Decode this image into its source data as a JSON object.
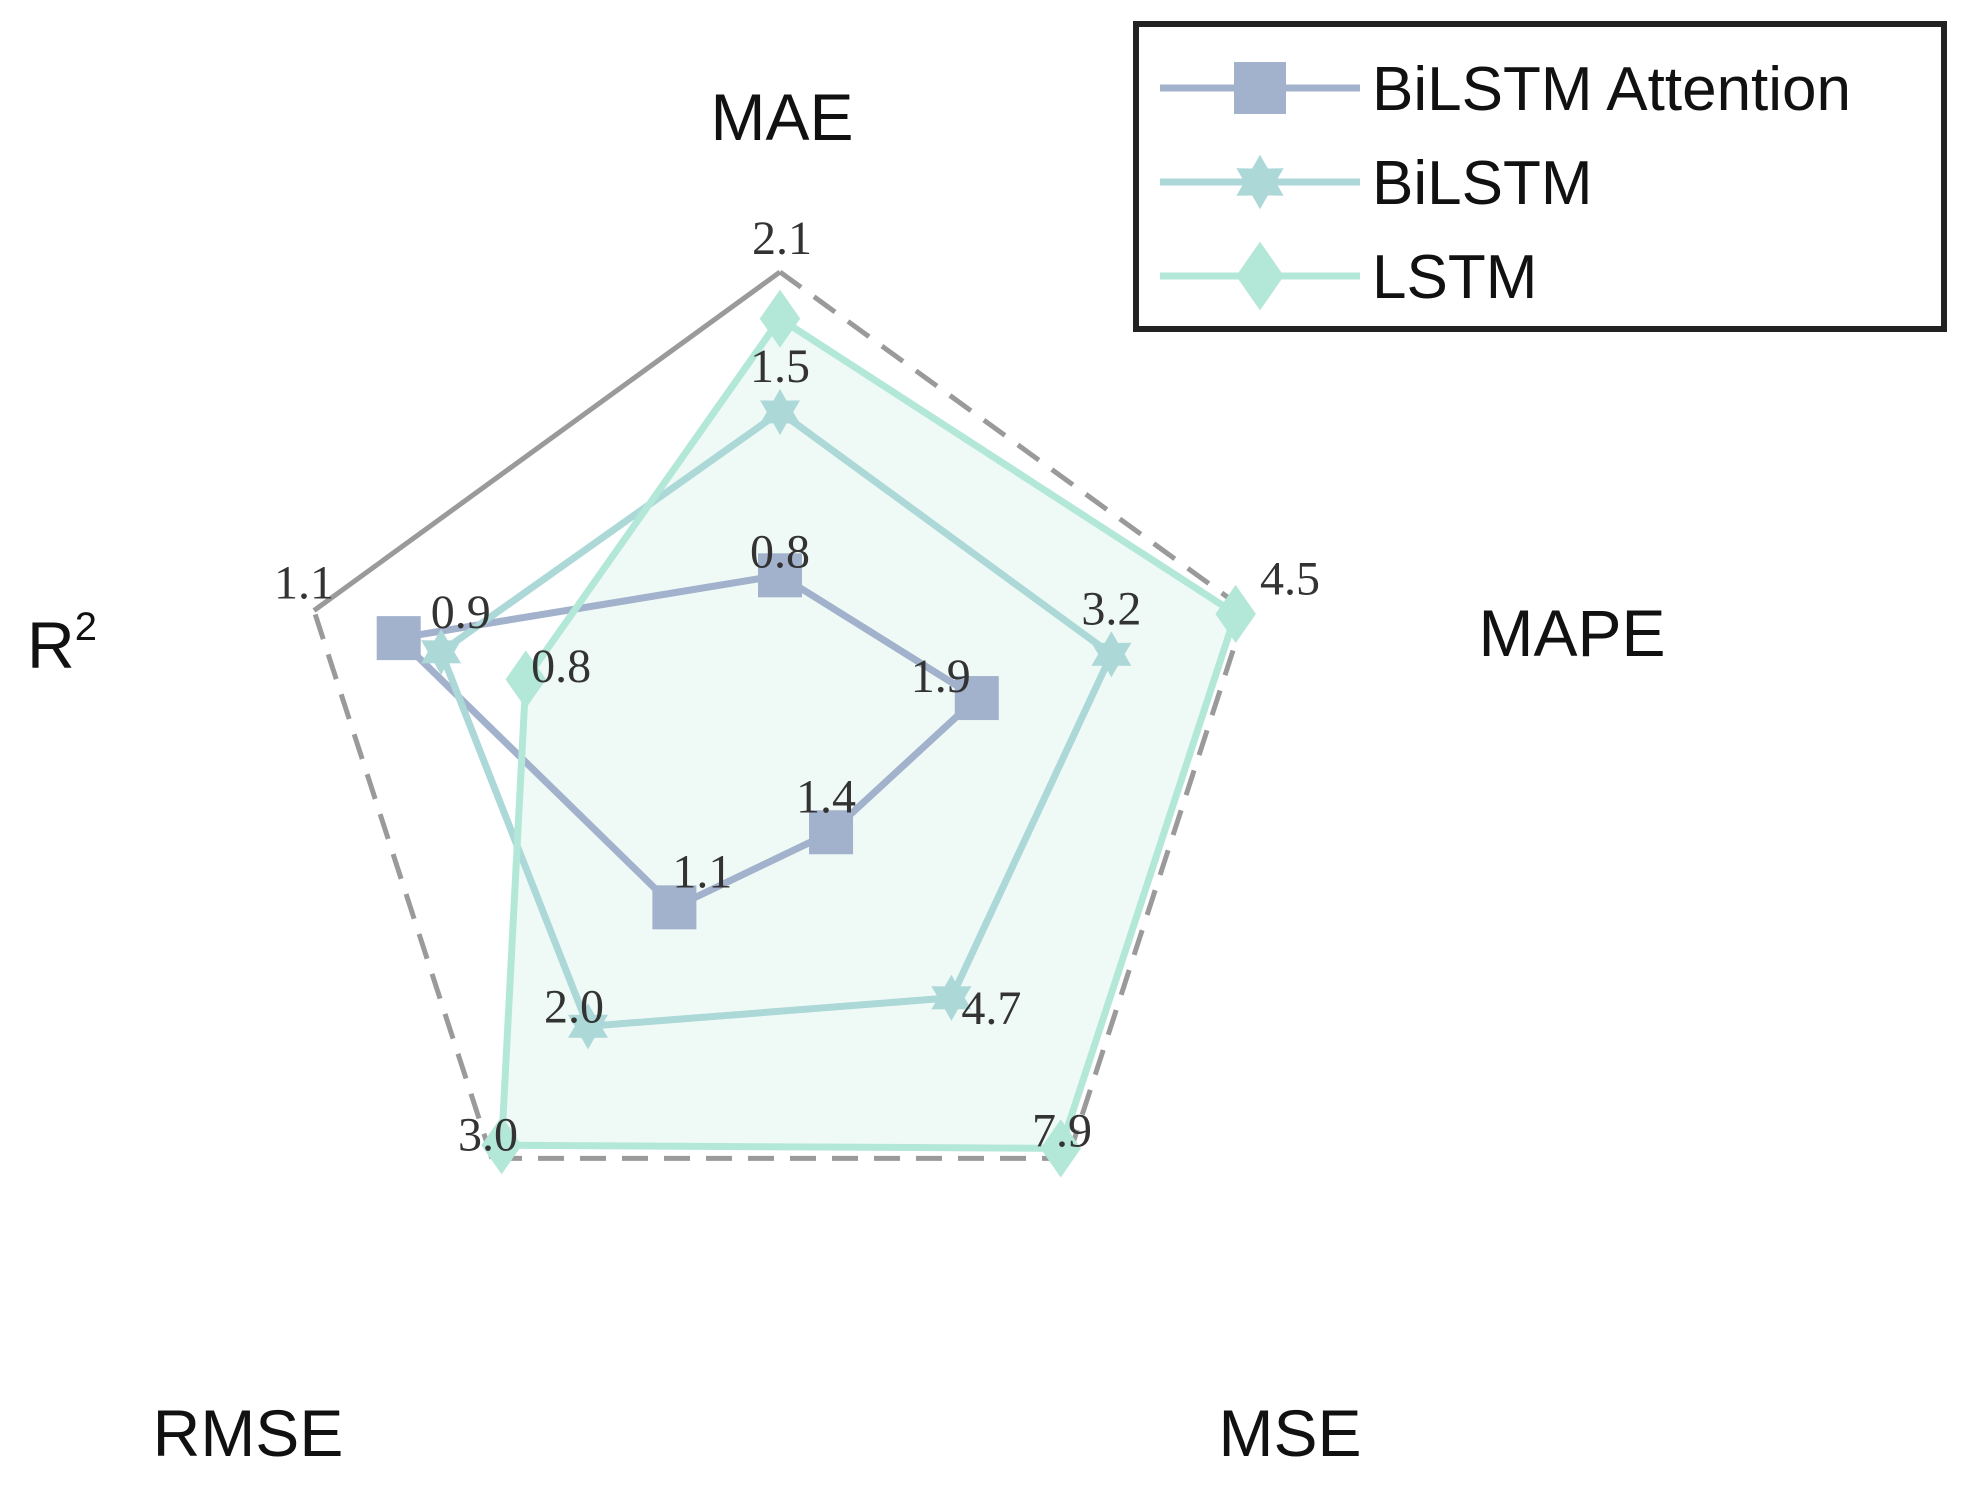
{
  "chart_data": {
    "type": "radar",
    "axes": [
      {
        "key": "mae",
        "label": "MAE",
        "sup": "",
        "max": 2.1
      },
      {
        "key": "mape",
        "label": "MAPE",
        "sup": "",
        "max": 4.5
      },
      {
        "key": "mse",
        "label": "MSE",
        "sup": "",
        "max": 7.9
      },
      {
        "key": "rmse",
        "label": "RMSE",
        "sup": "",
        "max": 3.0
      },
      {
        "key": "r2",
        "label": "R",
        "sup": "2",
        "max": 1.1
      }
    ],
    "max_labels": [
      "2.1",
      "4.5",
      "7.9",
      "3.0",
      "1.1"
    ],
    "series": [
      {
        "name": "BiLSTM Attention",
        "marker": "square",
        "color": "#a2b1cc",
        "values": [
          0.8,
          1.9,
          1.4,
          1.1,
          0.9
        ],
        "labels": [
          "0.8",
          "1.9",
          "1.4",
          "1.1",
          "0.9"
        ]
      },
      {
        "name": "BiLSTM",
        "marker": "star",
        "color": "#acd8d8",
        "values": [
          1.5,
          3.2,
          4.7,
          2.0,
          0.8
        ],
        "labels": [
          "1.5",
          "3.2",
          "4.7",
          "2.0",
          "0.8"
        ]
      },
      {
        "name": "LSTM",
        "marker": "diamond",
        "color": "#b3e8d8",
        "values": [
          1.9,
          4.4,
          7.7,
          2.9,
          0.6
        ],
        "labels": [
          "",
          "",
          "",
          "",
          ""
        ]
      }
    ],
    "outline_color": "#9a9a9a",
    "fill_color": "#eaf8f3",
    "legend_placement": "top-right"
  }
}
